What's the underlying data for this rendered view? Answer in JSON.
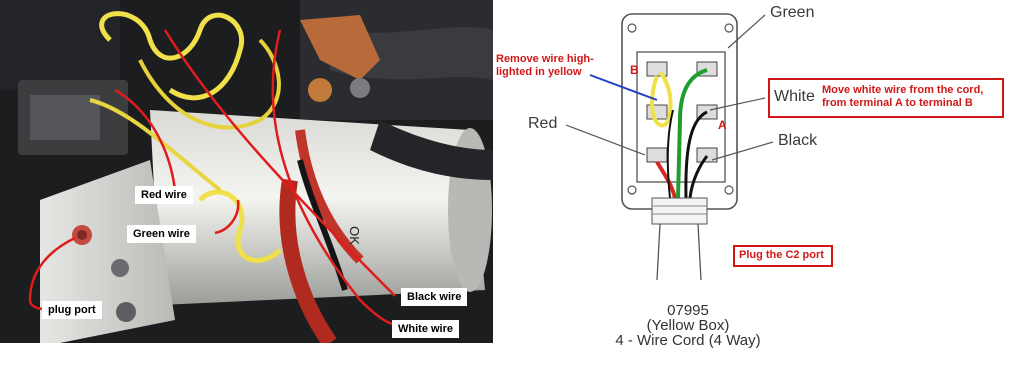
{
  "photo_labels": {
    "red_wire": "Red wire",
    "green_wire": "Green wire",
    "plug_port": "plug port",
    "black_wire": "Black wire",
    "white_wire": "White wire",
    "ok_marking": "OK"
  },
  "diagram": {
    "green": "Green",
    "white": "White",
    "red": "Red",
    "black": "Black",
    "terminal_a": "A",
    "terminal_b": "B",
    "caption_line1": "07995",
    "caption_line2": "(Yellow Box)",
    "caption_line3": "4 - Wire Cord (4 Way)"
  },
  "annotations": {
    "remove_wire_line1": "Remove wire high-",
    "remove_wire_line2": "lighted in yellow",
    "move_white_line1": "Move white wire from the cord,",
    "move_white_line2": "from terminal A to terminal B",
    "plug_c2": "Plug the C2 port"
  },
  "colors": {
    "annotation_red": "#d01818",
    "wire_green": "#1f9e2e",
    "wire_yellow": "#f0e04a",
    "wire_red": "#d42a20",
    "highlight_blue": "#2340c8"
  }
}
